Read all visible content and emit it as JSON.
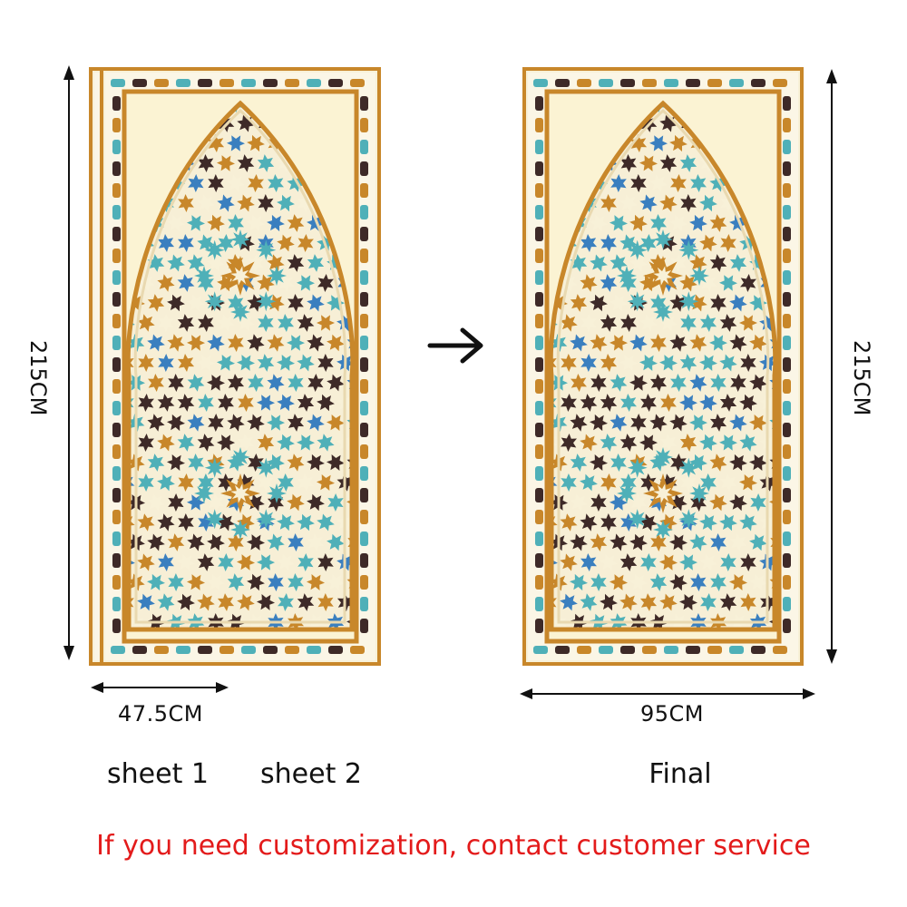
{
  "left_height": "215CM",
  "right_height": "215CM",
  "sheet_width": "47.5CM",
  "final_width": "95CM",
  "sheet1": "sheet 1",
  "sheet2": "sheet 2",
  "final": "Final",
  "notice": "If you need customization, contact customer service",
  "colors": {
    "notice": "#e31b1b",
    "gold": "#c8872a",
    "teal": "#4fb0b8",
    "brown": "#3e2a28",
    "cream": "#f8f1d8",
    "blue": "#3a7fbf"
  },
  "icons": {
    "arrow": "right-arrow-icon"
  }
}
